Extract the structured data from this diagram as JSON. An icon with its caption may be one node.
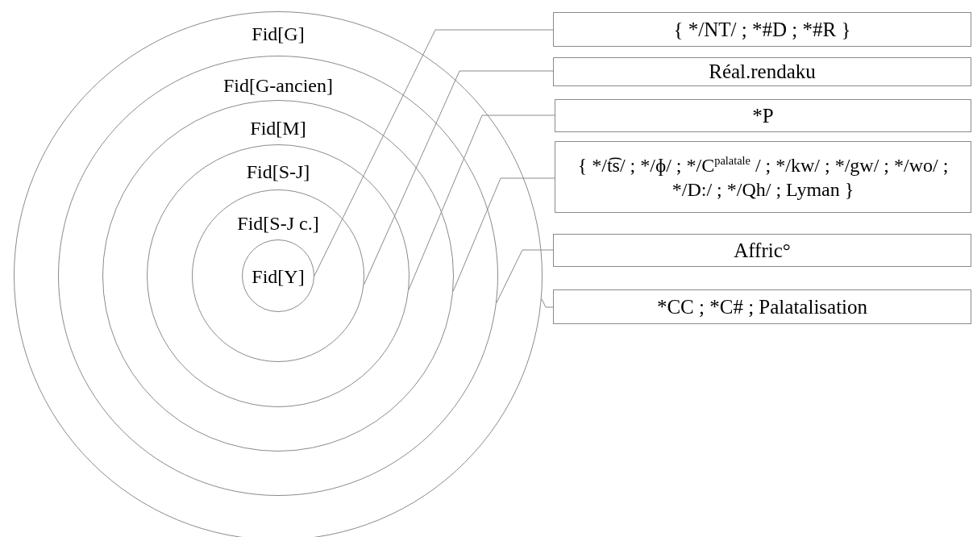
{
  "diagram": {
    "nodes": [
      {
        "text": [
          "Fid[G]"
        ]
      },
      {
        "text": [
          "Fid[G-ancien]"
        ],
        "in": 0
      },
      {
        "text": [
          "Fid[M]"
        ],
        "in": 1
      },
      {
        "text": [
          "Fid[S-J]"
        ],
        "in": 2
      },
      {
        "text": [
          "Fid[S-J c.]"
        ],
        "in": 3
      },
      {
        "text": [
          "Fid[Y]"
        ],
        "in": 4
      },
      {
        "text": [
          "{ */NT/ ; *#D ; *#R }"
        ]
      },
      {
        "text": [
          "Réal.rendaku"
        ]
      },
      {
        "text": [
          "*P"
        ]
      },
      {
        "text": [
          "{ */t͡s/ ; */ɸ/ ; */C$^{palatale}$ / ; */kw/ ; */gw/ ; */wo/ ; */D:/ ; */Qh/ ; Lyman }"
        ]
      },
      {
        "text": [
          "Affric°"
        ]
      },
      {
        "text": [
          "*CC ; *C# ; Palatalisation"
        ]
      }
    ],
    "edges": [
      {
        "from": 6,
        "to": 5,
        "arrow": "none"
      },
      {
        "from": 7,
        "to": 4,
        "arrow": "none"
      },
      {
        "from": 8,
        "to": 3,
        "arrow": "none"
      },
      {
        "from": 9,
        "to": 2,
        "arrow": "none"
      },
      {
        "from": 10,
        "to": 1,
        "arrow": "none"
      },
      {
        "from": 11,
        "to": 0,
        "arrow": "none"
      }
    ]
  }
}
